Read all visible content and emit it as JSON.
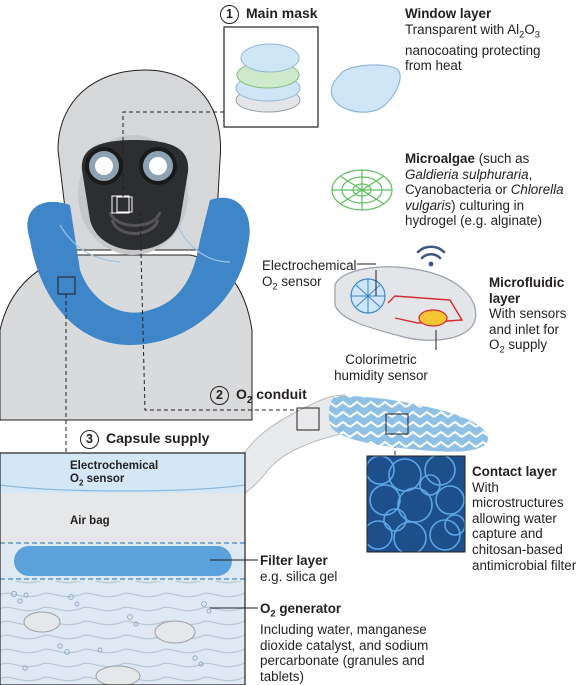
{
  "sections": {
    "main_mask": {
      "number": "1",
      "title": "Main mask"
    },
    "o2_conduit": {
      "number": "2",
      "title_prefix": "O",
      "title_sub": "2",
      "title_suffix": " conduit"
    },
    "capsule_supply": {
      "number": "3",
      "title": "Capsule supply"
    }
  },
  "layers": {
    "window": {
      "title": "Window layer",
      "line1": "Transparent with Al",
      "sub1": "2",
      "mid": "O",
      "sub2": "3",
      "line2": "nanocoating protecting",
      "line3": "from heat"
    },
    "microalgae": {
      "title": "Microalgae",
      "line1_rest": " (such as",
      "line2_italic": "Galdieria sulphuraria",
      "line2_rest": ",",
      "line3_plain": "Cyanobacteria or ",
      "line3_italic": "Chlorella",
      "line4_italic": "vulgaris",
      "line4_rest": ") culturing in",
      "line5": "hydrogel (e.g. alginate)"
    },
    "microfluidic": {
      "title1": "Microfluidic",
      "title2": "layer",
      "line1": "With sensors",
      "line2": "and inlet for",
      "line3_prefix": "O",
      "line3_sub": "2",
      "line3_suffix": " supply"
    },
    "contact": {
      "title": "Contact layer",
      "line1": "With microstructures",
      "line2": "allowing water",
      "line3": "capture and",
      "line4": "chitosan-based",
      "line5": "antimicrobial filter"
    },
    "filter": {
      "title": "Filter layer",
      "line1": "e.g. silica gel"
    },
    "o2_generator": {
      "title_prefix": "O",
      "title_sub": "2",
      "title_suffix": " generator",
      "line1": "Including water, manganese",
      "line2": "dioxide catalyst, and sodium",
      "line3": "percarbonate (granules and",
      "line4": "tablets)"
    }
  },
  "sensors": {
    "electrochemical": {
      "line1": "Electrochemical",
      "line2_prefix": "O",
      "line2_sub": "2",
      "line2_suffix": " sensor"
    },
    "colorimetric": {
      "line1": "Colorimetric",
      "line2": "humidity sensor"
    }
  },
  "capsule": {
    "electrochemical_line1": "Electrochemical",
    "electrochemical_line2_prefix": "O",
    "electrochemical_line2_sub": "2",
    "electrochemical_line2_suffix": " sensor",
    "air_bag": "Air bag"
  },
  "colors": {
    "mask_blue": "#3f86c9",
    "window_blue": "#cfe6f6",
    "algae_green": "#5fbf5f",
    "suit_grey": "#d9dadb",
    "capsule_bg": "#dfe9f3",
    "red_line": "#d7282f",
    "sensor_yellow": "#f4c433"
  }
}
